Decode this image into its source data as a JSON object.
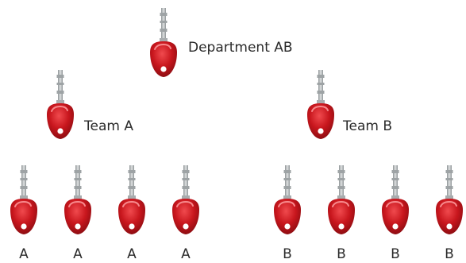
{
  "root": {
    "label": "Department AB"
  },
  "teams": [
    {
      "label": "Team A"
    },
    {
      "label": "Team B"
    }
  ],
  "members": [
    {
      "label": "A"
    },
    {
      "label": "A"
    },
    {
      "label": "A"
    },
    {
      "label": "A"
    },
    {
      "label": "B"
    },
    {
      "label": "B"
    },
    {
      "label": "B"
    },
    {
      "label": "B"
    }
  ],
  "colors": {
    "key_head": "#c8161d",
    "key_head_shadow": "#8e0d12",
    "key_shaft": "#b4b8bb",
    "key_hole": "#ffffff"
  },
  "icons": {
    "key": "key-icon"
  }
}
